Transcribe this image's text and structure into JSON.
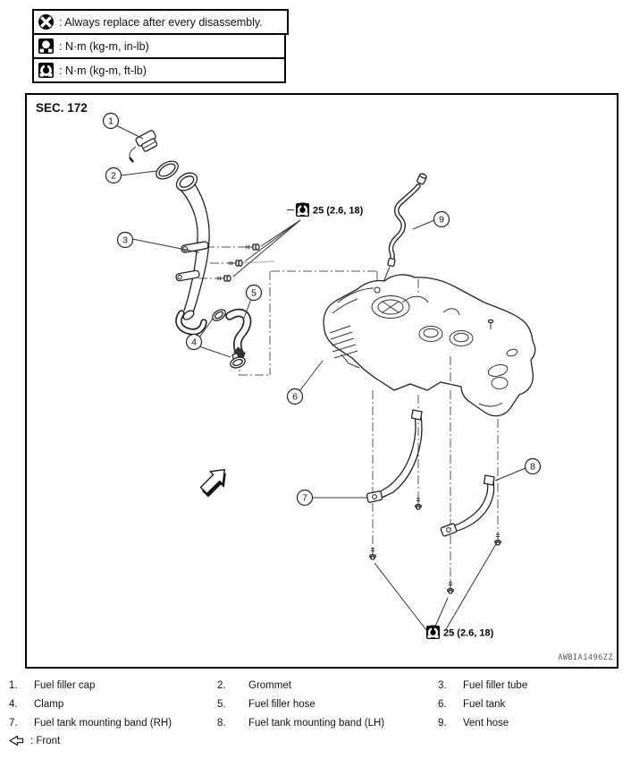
{
  "legend": {
    "rows": [
      {
        "icon": "replace-icon",
        "text": ": Always replace after every disassembly."
      },
      {
        "icon": "torque-inlb-icon",
        "text": ": N·m (kg-m, in-lb)"
      },
      {
        "icon": "torque-ftlb-icon",
        "text": ": N·m (kg-m, ft-lb)"
      }
    ]
  },
  "diagram": {
    "section_label": "SEC. 172",
    "watermark": "AWBIA1496ZZ",
    "torque_labels": {
      "top": "25 (2.6, 18)",
      "bottom": "25 (2.6, 18)"
    },
    "callouts": [
      "1",
      "2",
      "3",
      "4",
      "5",
      "6",
      "7",
      "8",
      "9"
    ]
  },
  "parts_list": {
    "items": [
      {
        "num": "1.",
        "label": "Fuel filler cap"
      },
      {
        "num": "2.",
        "label": "Grommet"
      },
      {
        "num": "3.",
        "label": "Fuel filler tube"
      },
      {
        "num": "4.",
        "label": "Clamp"
      },
      {
        "num": "5.",
        "label": "Fuel filler hose"
      },
      {
        "num": "6.",
        "label": "Fuel tank"
      },
      {
        "num": "7.",
        "label": "Fuel tank mounting band (RH)"
      },
      {
        "num": "8.",
        "label": "Fuel tank mounting band (LH)"
      },
      {
        "num": "9.",
        "label": "Vent hose"
      }
    ],
    "front_label": ": Front"
  }
}
